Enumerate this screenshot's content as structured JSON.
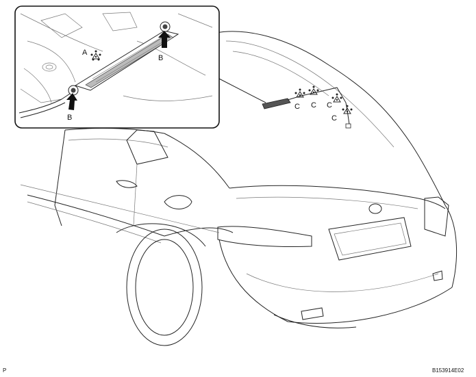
{
  "labels": {
    "a": "A",
    "b_top": "B",
    "b_bottom": "B",
    "c1": "C",
    "c2": "C",
    "c3": "C",
    "c4": "C"
  },
  "corner_left": "P",
  "figure_code": "B153914E02"
}
